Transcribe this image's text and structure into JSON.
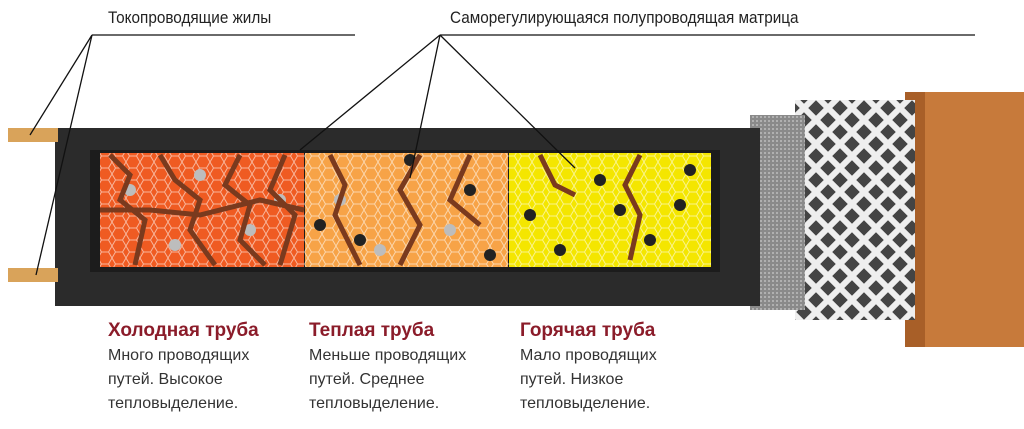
{
  "labels": {
    "conductors": "Токопроводящие жилы",
    "matrix": "Саморегулирующаяся полупроводящая матрица"
  },
  "sections": [
    {
      "title": "Холодная труба",
      "lines": [
        "Много проводящих",
        "путей. Высокое",
        "тепловыделение."
      ],
      "color": "#ef5b22"
    },
    {
      "title": "Теплая труба",
      "lines": [
        "Меньше проводящих",
        "путей. Среднее",
        "тепловыделение."
      ],
      "color": "#f7a347"
    },
    {
      "title": "Горячая труба",
      "lines": [
        "Мало проводящих",
        "путей. Низкое",
        "тепловыделение."
      ],
      "color": "#f4e600"
    }
  ],
  "colors": {
    "title": "#8b1c2a",
    "jacket": "#c87a3c",
    "body": "#2b2b2b",
    "path": "#7a3a1e"
  }
}
